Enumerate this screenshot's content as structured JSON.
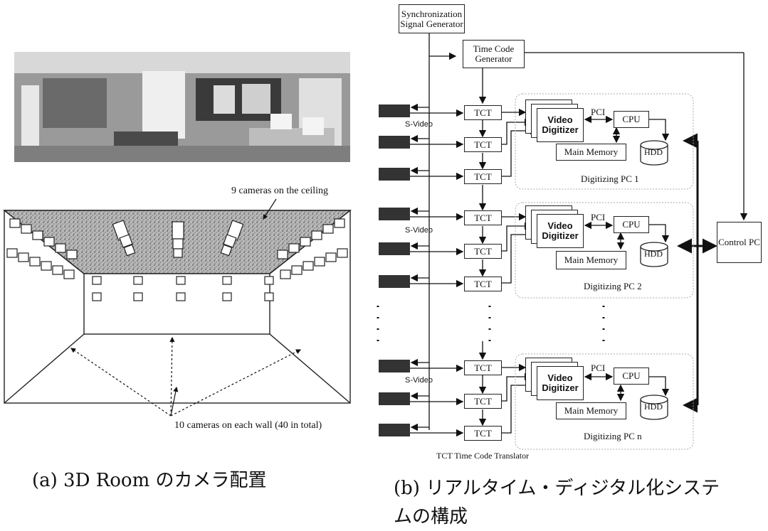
{
  "left_panel": {
    "ceiling_label": "9 cameras on the ceiling",
    "wall_label": "10 cameras on each wall (40 in total)",
    "caption": "(a) 3D Room のカメラ配置"
  },
  "right_panel": {
    "sync_generator": "Synchronization Signal Generator",
    "time_code_generator": "Time Code Generator",
    "control_pc": "Control PC",
    "tct": "TCT",
    "svideo": "S-Video",
    "video_digitizer": "Video Digitizer",
    "pci": "PCI",
    "cpu": "CPU",
    "main_memory": "Main Memory",
    "hdd": "HDD",
    "groups": [
      {
        "pc_label": "Digitizing PC 1"
      },
      {
        "pc_label": "Digitizing PC 2"
      },
      {
        "pc_label": "Digitizing PC n"
      }
    ],
    "legend": "TCT  Time Code Translator",
    "caption_line1": "(b) リアルタイム・ディジタル化システ",
    "caption_line2": "ムの構成"
  }
}
